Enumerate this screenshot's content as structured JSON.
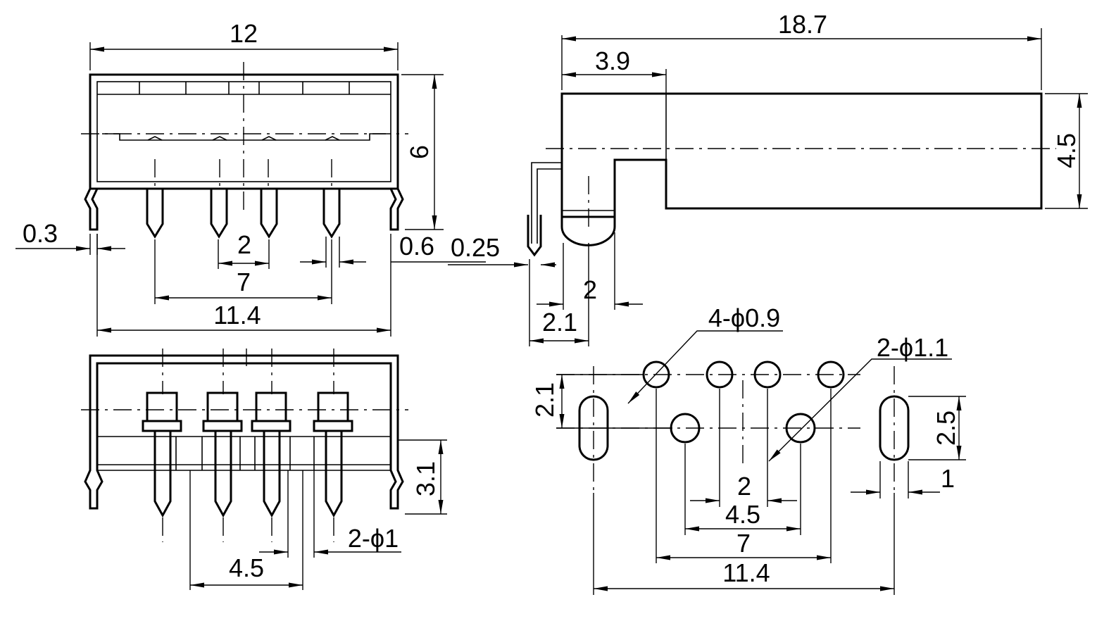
{
  "dimensions": {
    "front_width": "12",
    "front_height": "6",
    "pin_thickness": "0.3",
    "pin_pitch_small": "2",
    "pin_span_inner": "7",
    "body_width": "11.4",
    "lead_width": "0.6",
    "side_lead_thickness": "0.25",
    "side_length": "18.7",
    "side_front_depth": "3.9",
    "side_height": "4.5",
    "side_pin_offset": "2",
    "side_lead_offset": "2.1",
    "holes_small": "4-ϕ0.9",
    "holes_large": "2-ϕ1.1",
    "slot_offset": "2.1",
    "slot_length": "2.5",
    "slot_width": "1",
    "pcb_pitch": "2",
    "pcb_span_mid": "4.5",
    "pcb_span_inner": "7",
    "pcb_span_outer": "11.4",
    "bottom_height": "3.1",
    "bottom_holes": "2-ϕ1",
    "bottom_span": "4.5"
  }
}
